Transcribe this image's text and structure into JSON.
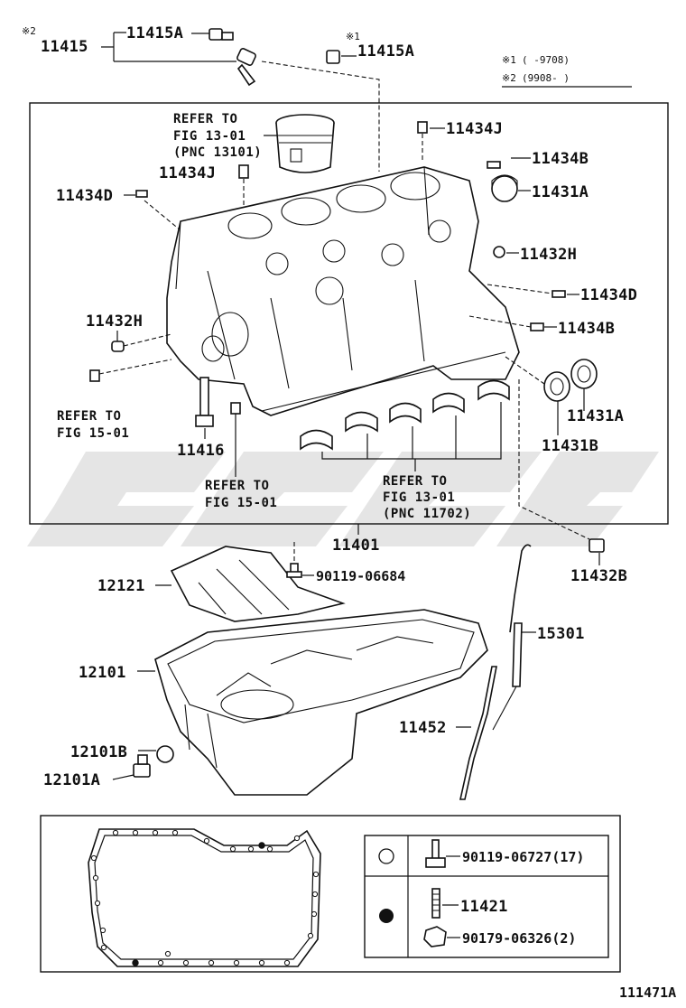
{
  "notes": {
    "mark1": "※1",
    "mark2": "※2",
    "note1_mark": "※1",
    "note1_text": "(     -9708)",
    "note2_mark": "※2",
    "note2_text": "(9908-     )"
  },
  "parts": {
    "p11415": "11415",
    "p11415A_top": "11415A",
    "p11415A_right": "11415A",
    "p11434J_right": "11434J",
    "p11434J_left": "11434J",
    "p11434B_top": "11434B",
    "p11431A_top": "11431A",
    "p11434D_left": "11434D",
    "p11432H_right": "11432H",
    "p11434D_right": "11434D",
    "p11432H_left": "11432H",
    "p11434B_right": "11434B",
    "p11431A_low": "11431A",
    "p11431B": "11431B",
    "p11416": "11416",
    "p11401": "11401",
    "p11432B": "11432B",
    "p12121": "12121",
    "p90119_06684": "90119-06684",
    "p15301": "15301",
    "p12101": "12101",
    "p11452": "11452",
    "p12101B": "12101B",
    "p12101A": "12101A"
  },
  "refs": {
    "ref1_l1": "REFER TO",
    "ref1_l2": "FIG 13-01",
    "ref1_l3": "(PNC 13101)",
    "ref2_l1": "REFER TO",
    "ref2_l2": "FIG 15-01",
    "ref3_l1": "REFER TO",
    "ref3_l2": "FIG 15-01",
    "ref4_l1": "REFER TO",
    "ref4_l2": "FIG 13-01",
    "ref4_l3": "(PNC 11702)"
  },
  "legend": {
    "row1_part": "90119-06727(17)",
    "row2_part1": "11421",
    "row2_part2": "90179-06326(2)"
  },
  "figure_id": "111471A"
}
